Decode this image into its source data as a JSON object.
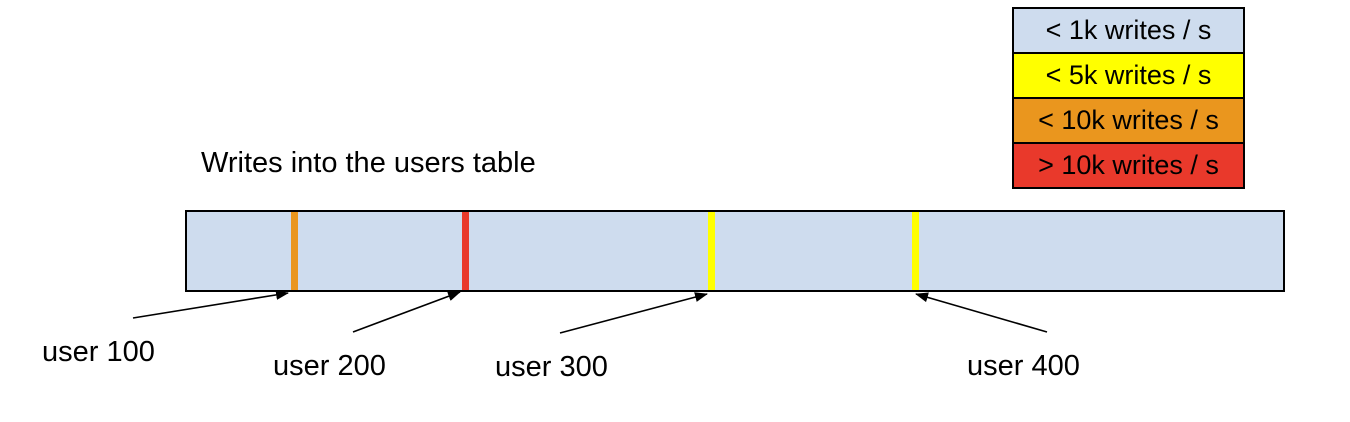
{
  "title": "Writes into the users table",
  "legend": {
    "items": [
      {
        "label": "< 1k writes / s",
        "color": "#cedcee"
      },
      {
        "label": "< 5k writes / s",
        "color": "#ffff00"
      },
      {
        "label": "< 10k writes / s",
        "color": "#ea961e"
      },
      {
        "label": "> 10k writes / s",
        "color": "#e9392b"
      }
    ]
  },
  "table_bar": {
    "fill_color": "#cedcee",
    "markers": [
      {
        "label": "user 100",
        "color": "#ea961e"
      },
      {
        "label": "user 200",
        "color": "#e9392b"
      },
      {
        "label": "user 300",
        "color": "#ffff00"
      },
      {
        "label": "user 400",
        "color": "#ffff00"
      }
    ]
  }
}
